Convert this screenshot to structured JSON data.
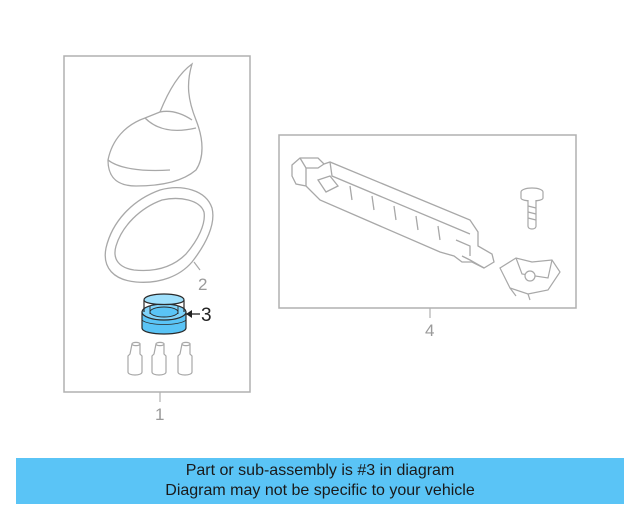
{
  "callouts": {
    "one": "1",
    "two": "2",
    "three": "3",
    "four": "4"
  },
  "banner": {
    "line1": "Part or sub-assembly is #3 in diagram",
    "line2": "Diagram may not be specific to your vehicle"
  },
  "colors": {
    "highlight_part": "#5ac4f6",
    "banner_bg": "#5ac4f6",
    "line_art": "#a8a8a8"
  }
}
